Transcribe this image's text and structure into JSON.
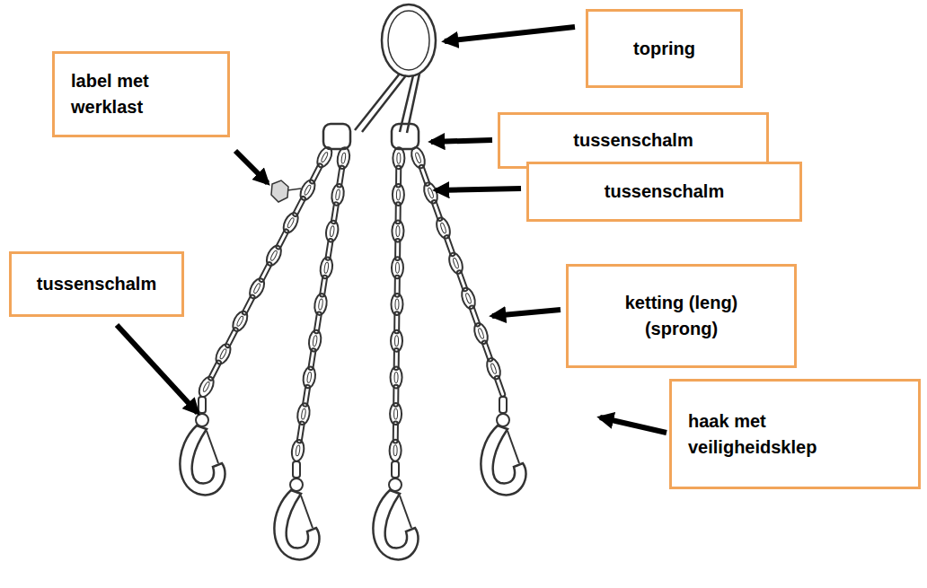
{
  "diagram": {
    "nodes": [
      {
        "text": [
          "topring"
        ]
      },
      {
        "text": [
          "label met werklast"
        ]
      },
      {
        "text": [
          "tussenschalm"
        ]
      },
      {
        "text": [
          "tussenschalm"
        ]
      },
      {
        "text": [
          "tussenschalm"
        ]
      },
      {
        "text": [
          "ketting (leng) (sprong)"
        ]
      },
      {
        "text": [
          "haak met veiligheidsklep"
        ]
      }
    ]
  }
}
